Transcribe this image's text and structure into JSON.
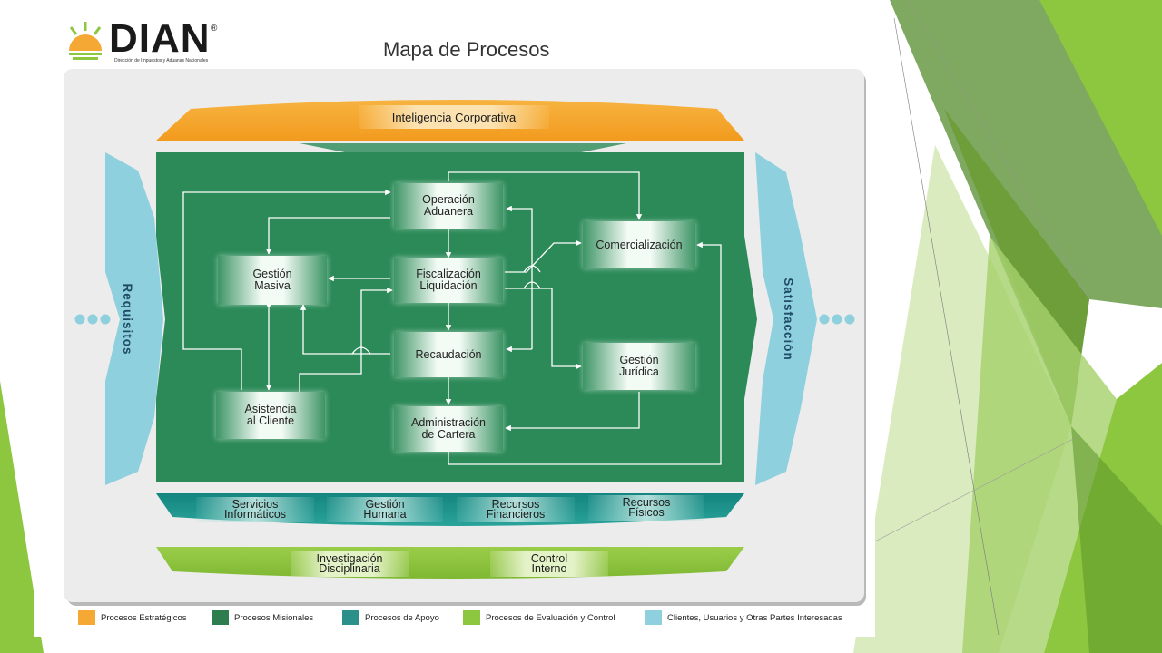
{
  "header": {
    "brand": "DIAN",
    "brand_mark": "®",
    "brand_subtitle": "Dirección de Impuestos y Aduanas Nacionales",
    "title": "Mapa de Procesos"
  },
  "diagram": {
    "strategic": "Inteligencia Corporativa",
    "left_side": "Requisitos",
    "right_side": "Satisfacción",
    "missional": {
      "operacion": "Operación\nAduanera",
      "fiscalizacion": "Fiscalización\nLiquidación",
      "recaudacion": "Recaudación",
      "cartera": "Administración\nde Cartera",
      "masiva": "Gestión\nMasiva",
      "asistencia": "Asistencia\nal Cliente",
      "comercializacion": "Comercialización",
      "juridica": "Gestión\nJurídica"
    },
    "support": [
      "Servicios\nInformáticos",
      "Gestión\nHumana",
      "Recursos\nFinancieros",
      "Recursos\nFísicos"
    ],
    "evaluation": [
      "Investigación\nDisciplinaria",
      "Control\nInterno"
    ]
  },
  "legend": [
    {
      "label": "Procesos Estratégicos",
      "color": "#f5a833"
    },
    {
      "label": "Procesos Misionales",
      "color": "#2e7d4f"
    },
    {
      "label": "Procesos de Apoyo",
      "color": "#2a9089"
    },
    {
      "label": "Procesos de Evaluación y Control",
      "color": "#8dc63f"
    },
    {
      "label": "Clientes, Usuarios y Otras Partes Interesadas",
      "color": "#8ed0dd"
    }
  ],
  "colors": {
    "strategic": "#f5a833",
    "missional": "#2b8a57",
    "support": "#1e8f8a",
    "evaluation": "#8dc63f",
    "clients": "#8ed0dd",
    "accent_green": "#7cb342"
  }
}
